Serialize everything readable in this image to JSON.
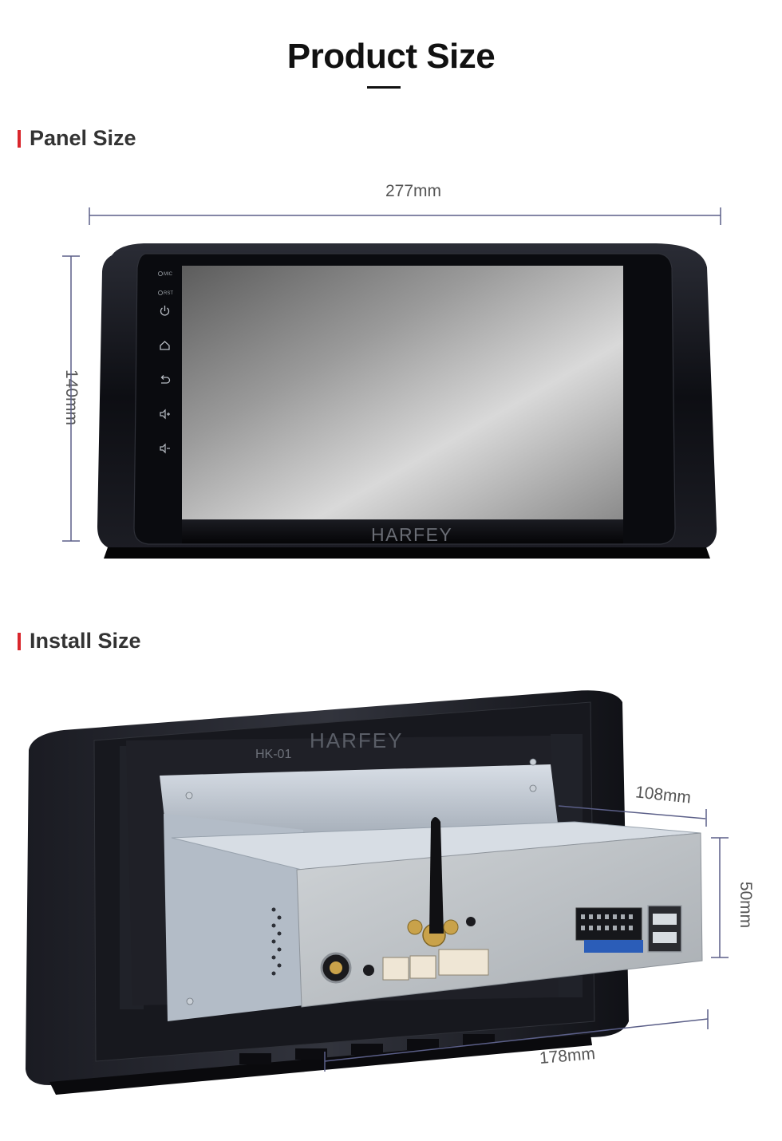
{
  "header": {
    "title": "Product Size"
  },
  "panel_section": {
    "heading": "Panel Size",
    "width_label": "277mm",
    "height_label": "140mm",
    "brand": "HARFEY",
    "side_buttons": [
      {
        "label": "MIC",
        "icon": "mic-hole-icon"
      },
      {
        "label": "RST",
        "icon": "reset-hole-icon"
      },
      {
        "label": "",
        "icon": "power-icon"
      },
      {
        "label": "",
        "icon": "home-icon"
      },
      {
        "label": "",
        "icon": "back-icon"
      },
      {
        "label": "",
        "icon": "volume-up-icon"
      },
      {
        "label": "",
        "icon": "volume-down-icon"
      }
    ]
  },
  "install_section": {
    "heading": "Install Size",
    "depth_label": "108mm",
    "height_label": "50mm",
    "width_label": "178mm",
    "brand": "HARFEY",
    "sticker_text": "HK-01"
  },
  "colors": {
    "accent": "#d9262c",
    "dimension_line": "#5b5f88",
    "bezel": "#0e0f14",
    "chassis": "#b9c2cc"
  }
}
